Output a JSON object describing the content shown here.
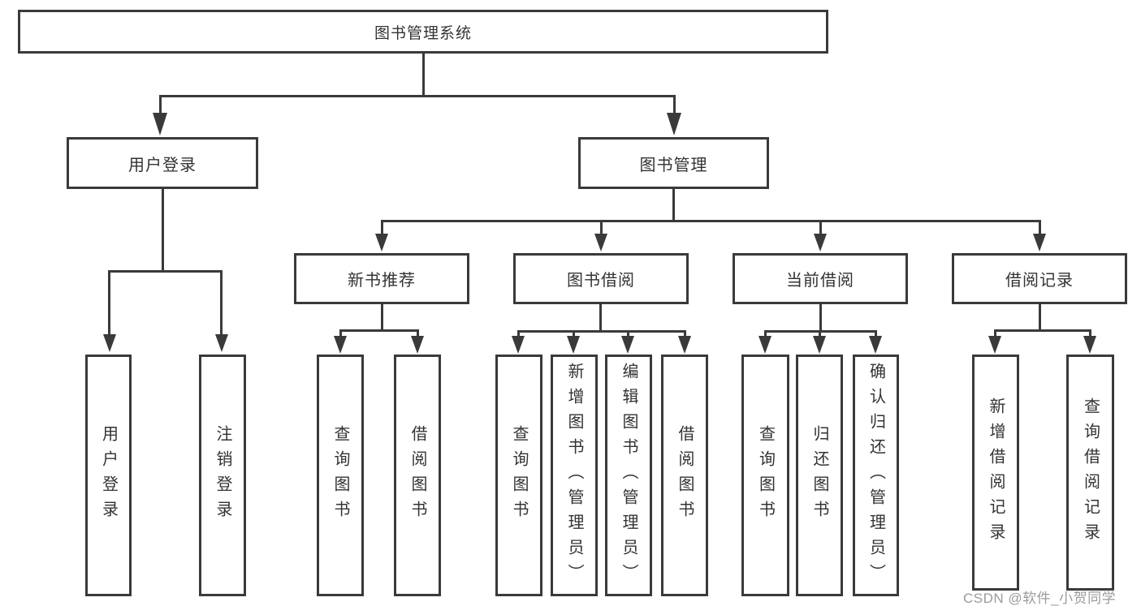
{
  "tree": {
    "root": {
      "label": "图书管理系统"
    },
    "children": [
      {
        "label": "用户登录",
        "children": [
          {
            "label": "用户登录"
          },
          {
            "label": "注销登录"
          }
        ]
      },
      {
        "label": "图书管理",
        "children": [
          {
            "label": "新书推荐",
            "children": [
              {
                "label": "查询图书"
              },
              {
                "label": "借阅图书"
              }
            ]
          },
          {
            "label": "图书借阅",
            "children": [
              {
                "label": "查询图书"
              },
              {
                "label": "新增图书（管理员）"
              },
              {
                "label": "编辑图书（管理员）"
              },
              {
                "label": "借阅图书"
              }
            ]
          },
          {
            "label": "当前借阅",
            "children": [
              {
                "label": "查询图书"
              },
              {
                "label": "归还图书"
              },
              {
                "label": "确认归还（管理员）"
              }
            ]
          },
          {
            "label": "借阅记录",
            "children": [
              {
                "label": "新增借阅记录"
              },
              {
                "label": "查询借阅记录"
              }
            ]
          }
        ]
      }
    ]
  },
  "watermark": "CSDN @软件_小贺同学",
  "colors": {
    "line": "#3a3a3c",
    "text": "#333333",
    "watermark": "#9b9b9b",
    "background": "#ffffff"
  }
}
